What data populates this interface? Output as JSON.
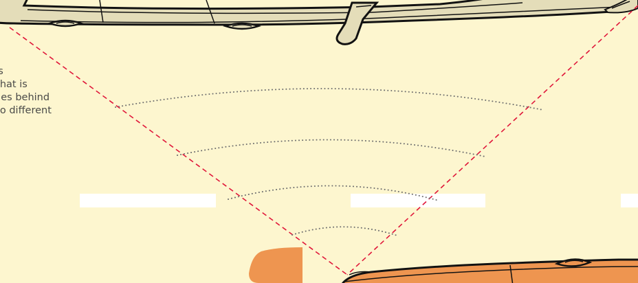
{
  "caption": {
    "text": "gs\nwhat is\ngles behind\nwo different"
  },
  "colors": {
    "background": "#fdf6cf",
    "rear_car_body": "#e4ddb9",
    "front_car_body": "#ee9550",
    "outline": "#121212",
    "sensor_line": "#e0173a",
    "wave_dots": "#6f6f6f",
    "lane_marking": "#ffffff",
    "warning_mark": "#ee9550"
  },
  "icons": {
    "rear_vehicle": "car-top-view",
    "front_vehicle": "car-top-view",
    "warning_mark": "partial-c-shape"
  }
}
